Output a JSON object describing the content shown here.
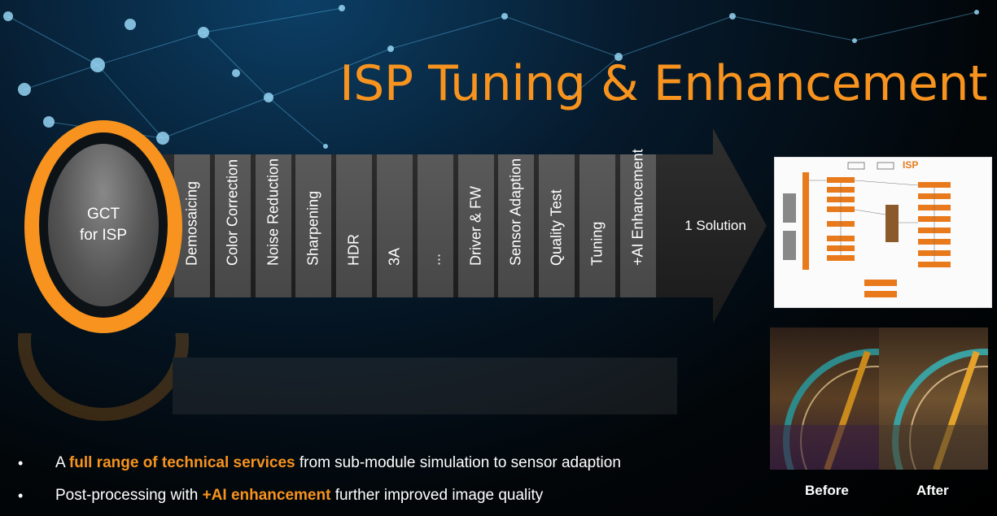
{
  "title": "ISP Tuning & Enhancement",
  "center": {
    "line1": "GCT",
    "line2": "for ISP"
  },
  "modules": [
    "Demosaicing",
    "Color Correction",
    "Noise Reduction",
    "Sharpening",
    "HDR",
    "3A",
    "...",
    "Driver & FW",
    "Sensor Adaption",
    "Quality Test",
    "Tuning",
    "+AI Enhancement"
  ],
  "solution": "1 Solution",
  "diagram": {
    "label": "ISP"
  },
  "captions": {
    "before": "Before",
    "after": "After"
  },
  "bullets": [
    {
      "pre": "A ",
      "highlight": "full range of technical services",
      "post": " from sub-module simulation to sensor adaption"
    },
    {
      "pre": "Post-processing with ",
      "highlight": "+AI enhancement",
      "post": " further improved image quality"
    }
  ],
  "colors": {
    "accent": "#f7931e",
    "module": "#525252",
    "text": "#ffffff"
  }
}
